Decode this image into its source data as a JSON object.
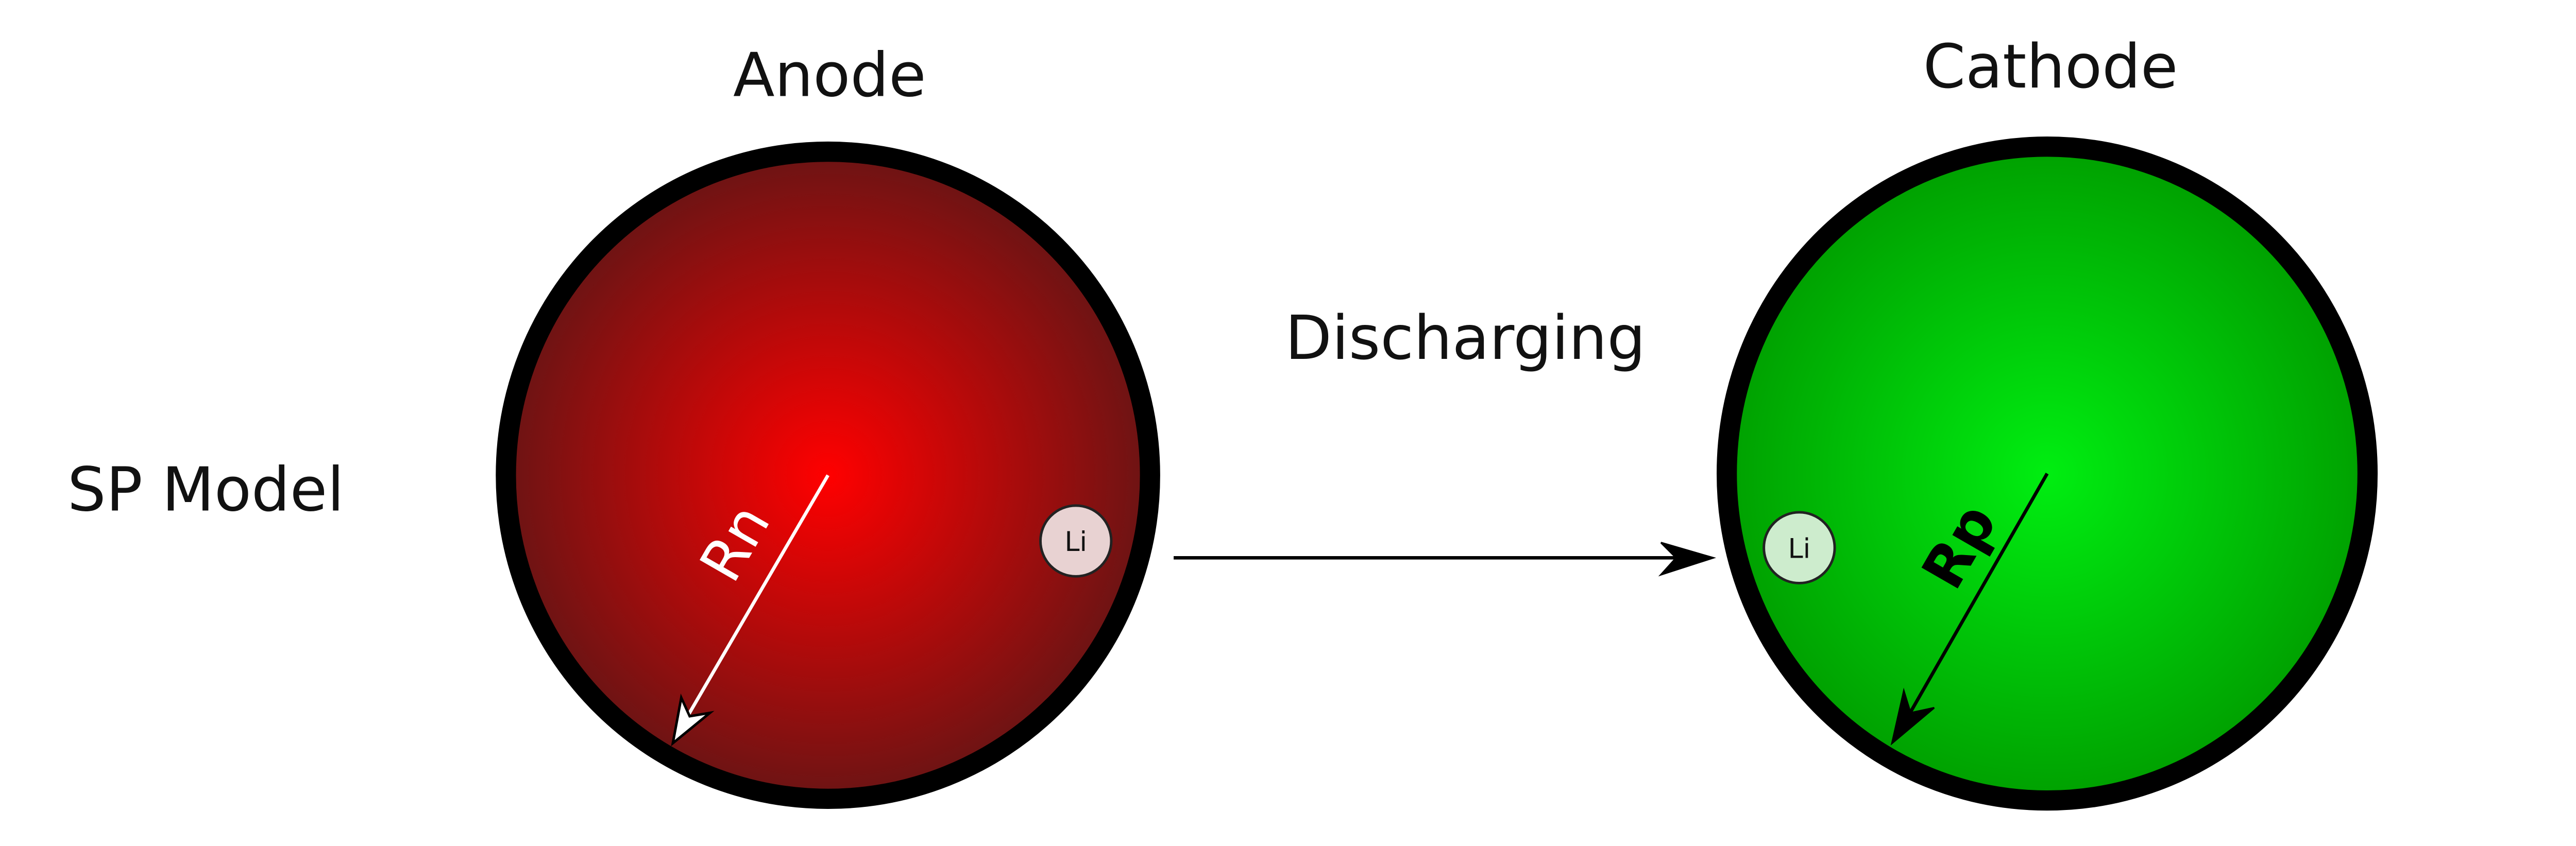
{
  "labels": {
    "model": "SP Model",
    "anode": "Anode",
    "cathode": "Cathode",
    "process": "Discharging",
    "anode_radius": "Rn",
    "cathode_radius": "Rp",
    "anode_ion": "Li",
    "cathode_ion": "Li"
  },
  "colors": {
    "anode_center": "#ff0000",
    "anode_edge": "#6b1414",
    "cathode_center": "#00ee11",
    "cathode_edge": "#00a000",
    "outline": "#000000",
    "anode_ion_fill": "#e8d2d2",
    "cathode_ion_fill": "#cdeccd"
  }
}
